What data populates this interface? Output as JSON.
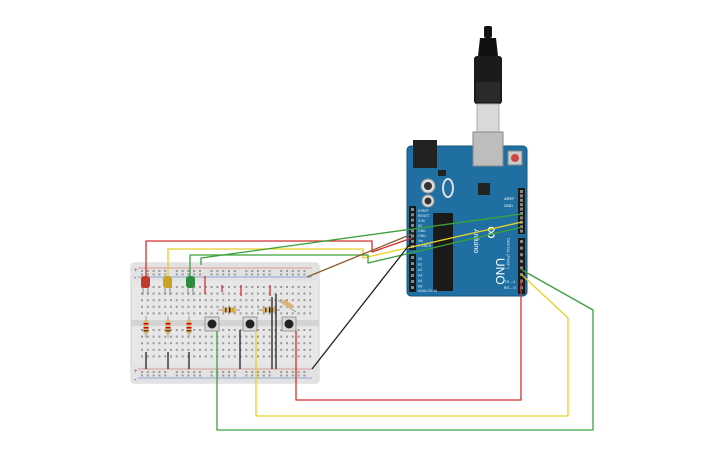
{
  "board": {
    "brand": "Arduino",
    "model": "UNO",
    "logo_text": "∞",
    "pin_labels_left": [
      "IOREF",
      "RESET",
      "3.3V",
      "5V",
      "GND",
      "GND",
      "Vin"
    ],
    "analog_labels": [
      "A0",
      "A1",
      "A2",
      "A3",
      "A4",
      "A5"
    ],
    "analog_header": "ANALOG IN",
    "power_header": "POWER",
    "digital_header": "DIGITAL (PWM~)",
    "tx_label": "TX→1",
    "rx_label": "RX←0",
    "aref_label": "AREF",
    "gnd_label": "GND"
  },
  "breadboard": {
    "rail_plus": "+",
    "rail_minus": "-"
  },
  "components": {
    "leds": [
      {
        "name": "led-red",
        "color": "#c0392b"
      },
      {
        "name": "led-yellow",
        "color": "#c9a227"
      },
      {
        "name": "led-green",
        "color": "#2e8b3e"
      }
    ],
    "buttons": 3,
    "resistors": 6
  },
  "wire_colors": {
    "red": "#d32f2f",
    "yellow": "#e8d02a",
    "green": "#3aa13a",
    "black": "#222222",
    "brown": "#8b5a2b"
  }
}
